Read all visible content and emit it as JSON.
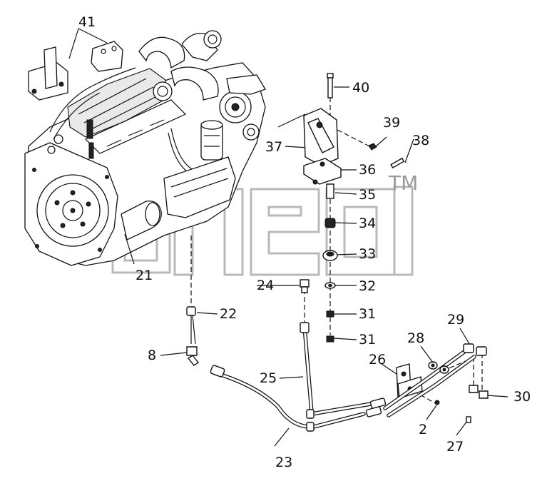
{
  "diagram": {
    "watermark_symbol": "TM",
    "callouts": [
      {
        "id": "c41",
        "text": "41"
      },
      {
        "id": "c40",
        "text": "40"
      },
      {
        "id": "c39",
        "text": "39"
      },
      {
        "id": "c38",
        "text": "38"
      },
      {
        "id": "c37",
        "text": "37"
      },
      {
        "id": "c36",
        "text": "36"
      },
      {
        "id": "c35",
        "text": "35"
      },
      {
        "id": "c34",
        "text": "34"
      },
      {
        "id": "c33",
        "text": "33"
      },
      {
        "id": "c32",
        "text": "32"
      },
      {
        "id": "c31a",
        "text": "31"
      },
      {
        "id": "c31b",
        "text": "31"
      },
      {
        "id": "c24",
        "text": "24"
      },
      {
        "id": "c22",
        "text": "22"
      },
      {
        "id": "c21",
        "text": "21"
      },
      {
        "id": "c8",
        "text": "8"
      },
      {
        "id": "c25",
        "text": "25"
      },
      {
        "id": "c26",
        "text": "26"
      },
      {
        "id": "c28",
        "text": "28"
      },
      {
        "id": "c29",
        "text": "29"
      },
      {
        "id": "c30",
        "text": "30"
      },
      {
        "id": "c2",
        "text": "2"
      },
      {
        "id": "c27",
        "text": "27"
      },
      {
        "id": "c23",
        "text": "23"
      }
    ]
  }
}
